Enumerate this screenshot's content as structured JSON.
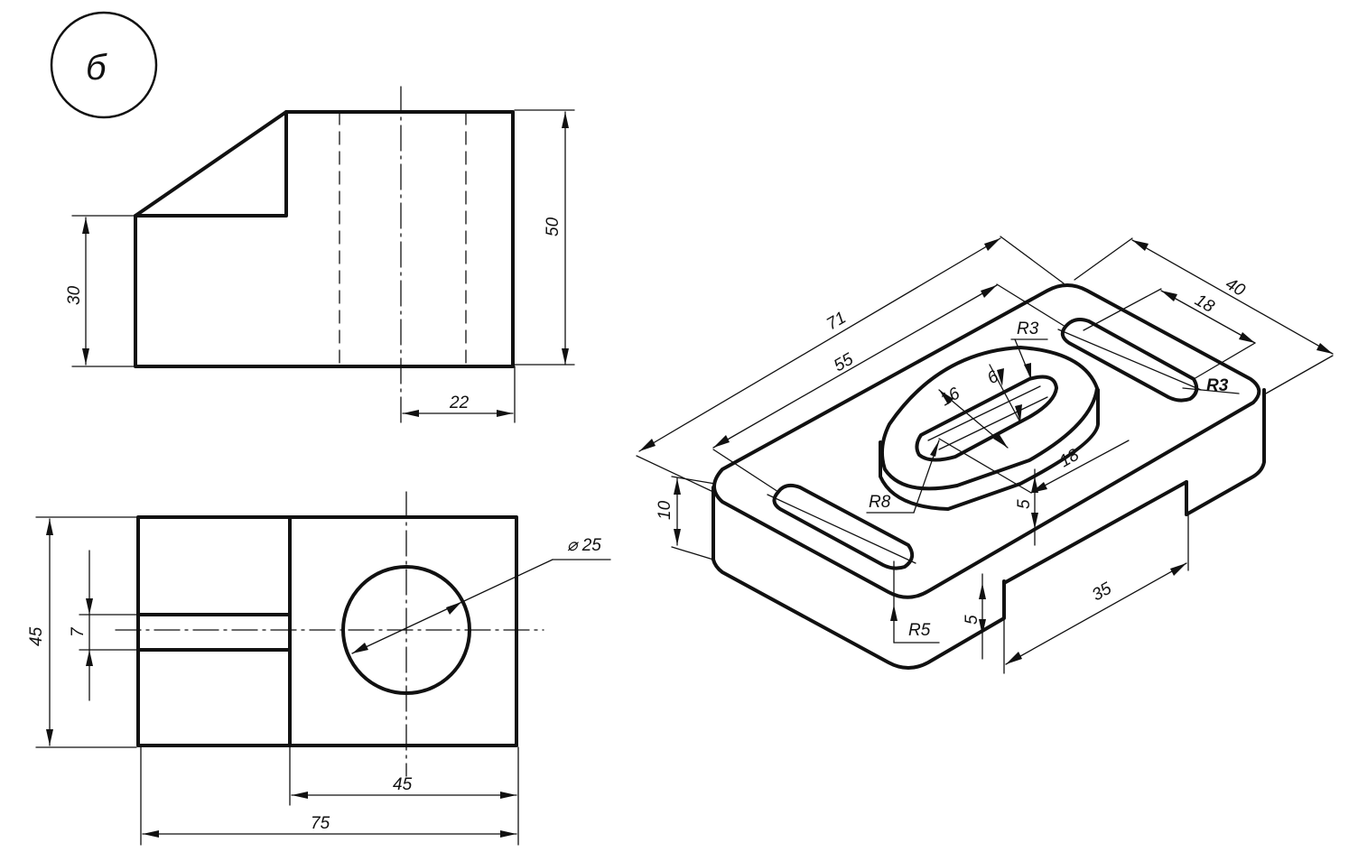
{
  "sheet": {
    "variant_label": "б"
  },
  "front_view": {
    "dims": {
      "height_total": "50",
      "height_left": "30",
      "hole_offset": "22"
    }
  },
  "top_view": {
    "dims": {
      "depth": "45",
      "slot_width": "7",
      "length_total": "75",
      "hole_pos": "45",
      "hole_diameter": "⌀ 25"
    }
  },
  "isometric_view": {
    "dims": {
      "length_overall": "71",
      "length_slots": "55",
      "width_overall": "40",
      "slot_pitch": "18",
      "radius_slot_top": "R3",
      "radius_slot_end": "R3",
      "inner_slot_width": "6",
      "boss_width": "16",
      "boss_offset": "18",
      "boss_radius": "R8",
      "boss_height": "5",
      "plate_thickness": "10",
      "corner_radius": "R5",
      "step_height": "5",
      "cutout_length": "35"
    }
  }
}
